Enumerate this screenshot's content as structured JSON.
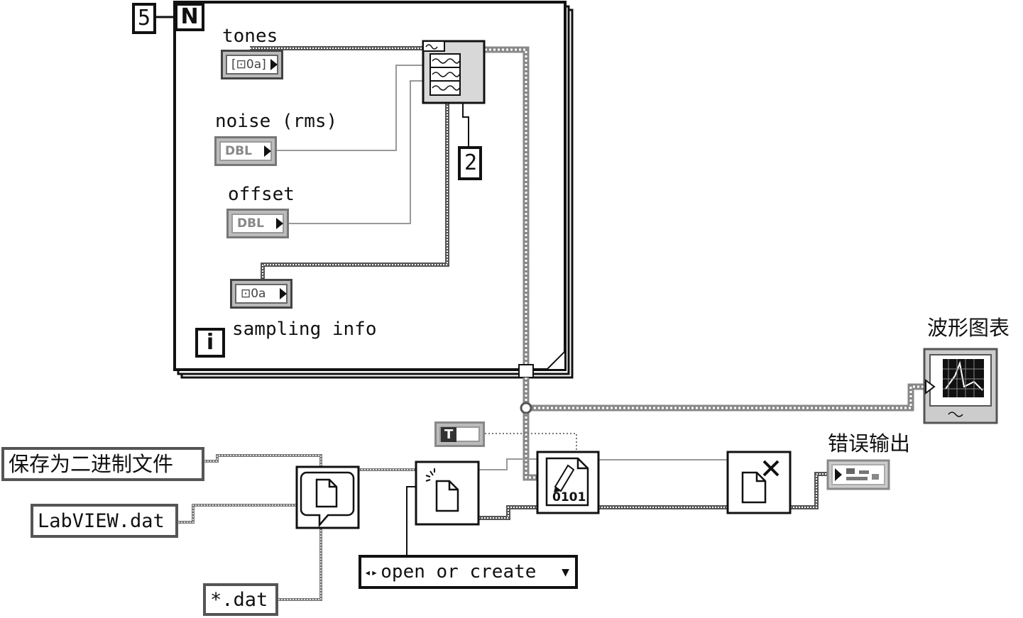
{
  "loop": {
    "count_terminal": "N",
    "count_value": "5",
    "iteration_terminal": "i"
  },
  "inputs": {
    "tones_label": "tones",
    "tones_type": "[⊡0a]",
    "noise_label": "noise (rms)",
    "noise_type": "DBL",
    "offset_label": "offset",
    "offset_type": "DBL",
    "sampling_label": "sampling info",
    "sampling_type": "⊡0a",
    "channel_const": "2"
  },
  "file_io": {
    "dialog_prompt": "保存为二进制文件",
    "default_name": "LabVIEW.dat",
    "pattern": "*.dat",
    "operation": "open or create",
    "bool_const": "T",
    "write_icon_text": "0101"
  },
  "outputs": {
    "chart_label": "波形图表",
    "error_label": "错误输出"
  },
  "colors": {
    "wire_gray": "#9a9a9a",
    "wire_dark": "#444444",
    "border": "#111111"
  }
}
